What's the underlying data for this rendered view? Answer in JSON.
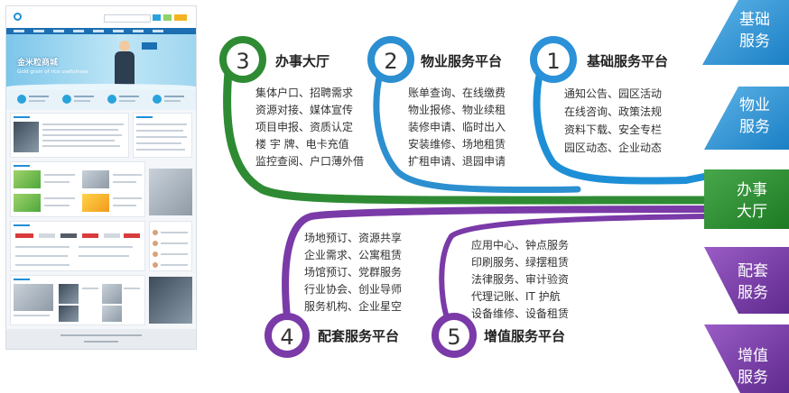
{
  "theme": {
    "blue": "#1e8fd6",
    "green": "#2e8b33",
    "purple": "#7a3aa8",
    "text": "#333333",
    "heading_text": "#222222"
  },
  "mockup": {
    "banner_title": "金米粒商城",
    "banner_subtitle": "Gold grain of rice usefulness"
  },
  "platforms": [
    {
      "id": "basic",
      "number": "1",
      "title": "基础服务平台",
      "color_key": "blue",
      "items": [
        "通知公告、园区活动",
        "在线咨询、政策法规",
        "资料下载、安全专栏",
        "园区动态、企业动态"
      ]
    },
    {
      "id": "property",
      "number": "2",
      "title": "物业服务平台",
      "color_key": "blue",
      "items": [
        "账单查询、在线缴费",
        "物业报修、物业续租",
        "装修申请、临时出入",
        "安装维修、场地租赁",
        "扩租申请、退园申请"
      ]
    },
    {
      "id": "office",
      "number": "3",
      "title": "办事大厅",
      "color_key": "green",
      "items": [
        "集体户口、招聘需求",
        "资源对接、媒体宣传",
        "项目申报、资质认定",
        "楼 宇 牌、电卡充值",
        "监控查阅、户口薄外借"
      ]
    },
    {
      "id": "support",
      "number": "4",
      "title": "配套服务平台",
      "color_key": "purple",
      "items": [
        "场地预订、资源共享",
        "企业需求、公寓租赁",
        "场馆预订、党群服务",
        "行业协会、创业导师",
        "服务机构、企业星空"
      ]
    },
    {
      "id": "value",
      "number": "5",
      "title": "增值服务平台",
      "color_key": "purple",
      "items": [
        "应用中心、钟点服务",
        "印刷服务、绿摆租赁",
        "法律服务、审计验资",
        "代理记账、IT 护航",
        "设备维修、设备租赁"
      ]
    }
  ],
  "side_labels": [
    {
      "id": "basic",
      "lines": [
        "基础",
        "服务"
      ],
      "color_key": "blue"
    },
    {
      "id": "property",
      "lines": [
        "物业",
        "服务"
      ],
      "color_key": "blue"
    },
    {
      "id": "office",
      "lines": [
        "办事",
        "大厅"
      ],
      "color_key": "green"
    },
    {
      "id": "support",
      "lines": [
        "配套",
        "服务"
      ],
      "color_key": "purple"
    },
    {
      "id": "value",
      "lines": [
        "增值",
        "服务"
      ],
      "color_key": "purple"
    }
  ]
}
